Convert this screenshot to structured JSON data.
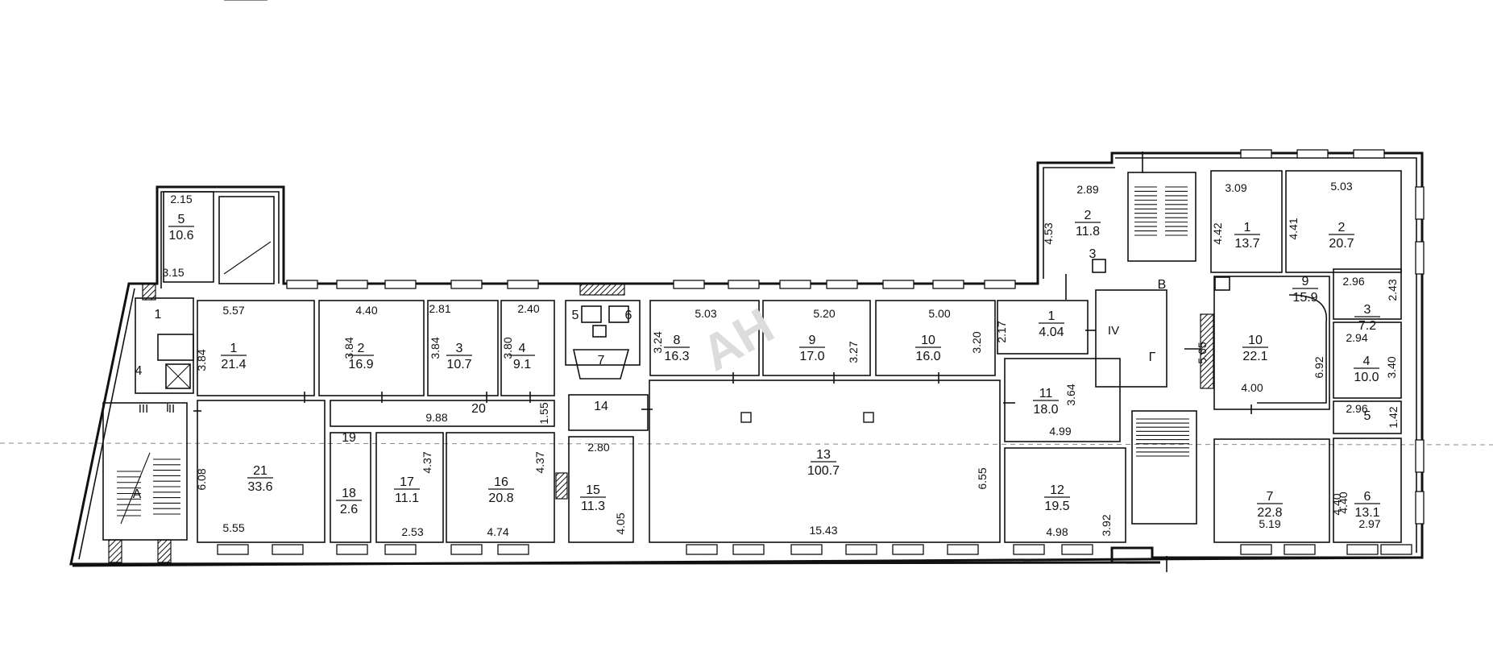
{
  "rooms": [
    {
      "id": "r-left-5",
      "number": "5",
      "area": "10.6",
      "dims": [
        "2.15",
        "3.15"
      ]
    },
    {
      "id": "r-left-1",
      "number": "1",
      "area": "21.4",
      "dims": [
        "5.57",
        "3.84"
      ]
    },
    {
      "id": "r-left-2",
      "number": "2",
      "area": "16.9",
      "dims": [
        "4.40",
        "3.84"
      ]
    },
    {
      "id": "r-left-3",
      "number": "3",
      "area": "10.7",
      "dims": [
        "2.81",
        "3.84"
      ]
    },
    {
      "id": "r-left-4",
      "number": "4",
      "area": "9.1",
      "dims": [
        "2.40",
        "3.80"
      ]
    },
    {
      "id": "r-left-8",
      "number": "8",
      "area": "16.3",
      "dims": [
        "5.03",
        "3.24"
      ]
    },
    {
      "id": "r-left-9",
      "number": "9",
      "area": "17.0",
      "dims": [
        "5.20",
        "3.27"
      ]
    },
    {
      "id": "r-left-10",
      "number": "10",
      "area": "16.0",
      "dims": [
        "5.00",
        "3.20"
      ]
    },
    {
      "id": "r-left-21",
      "number": "21",
      "area": "33.6",
      "dims": [
        "6.08",
        "5.55"
      ]
    },
    {
      "id": "r-left-18",
      "number": "18",
      "area": "2.6",
      "dims": []
    },
    {
      "id": "r-left-17",
      "number": "17",
      "area": "11.1",
      "dims": [
        "4.37",
        "2.53"
      ]
    },
    {
      "id": "r-left-16",
      "number": "16",
      "area": "20.8",
      "dims": [
        "4.37",
        "4.74"
      ]
    },
    {
      "id": "r-left-15",
      "number": "15",
      "area": "11.3",
      "dims": [
        "2.80",
        "4.05"
      ]
    },
    {
      "id": "r-left-13",
      "number": "13",
      "area": "100.7",
      "dims": [
        "15.43",
        "6.55"
      ]
    },
    {
      "id": "r-right-2a",
      "number": "2",
      "area": "11.8",
      "dims": [
        "2.89",
        "4.53"
      ]
    },
    {
      "id": "r-mid-1",
      "number": "1",
      "area": "4.04",
      "dims": [
        "2.17"
      ]
    },
    {
      "id": "r-mid-11",
      "number": "11",
      "area": "18.0",
      "dims": [
        "3.64",
        "4.99"
      ]
    },
    {
      "id": "r-mid-12",
      "number": "12",
      "area": "19.5",
      "dims": [
        "4.98",
        "3.92"
      ]
    },
    {
      "id": "r-right-1",
      "number": "1",
      "area": "13.7",
      "dims": [
        "3.09",
        "4.42"
      ]
    },
    {
      "id": "r-right-2",
      "number": "2",
      "area": "20.7",
      "dims": [
        "5.03",
        "4.41"
      ]
    },
    {
      "id": "r-right-9",
      "number": "9",
      "area": "15.9",
      "dims": []
    },
    {
      "id": "r-right-3",
      "number": "3",
      "area": "7.2",
      "dims": [
        "2.96",
        "2.43"
      ]
    },
    {
      "id": "r-right-10",
      "number": "10",
      "area": "22.1",
      "dims": [
        "5.65",
        "4.00",
        "6.92"
      ]
    },
    {
      "id": "r-right-4",
      "number": "4",
      "area": "10.0",
      "dims": [
        "2.94",
        "3.40"
      ]
    },
    {
      "id": "r-right-5",
      "number": "5",
      "area": "",
      "dims": [
        "2.96",
        "1.42"
      ]
    },
    {
      "id": "r-right-7",
      "number": "7",
      "area": "22.8",
      "dims": [
        "5.19",
        "4.40"
      ]
    },
    {
      "id": "r-right-6",
      "number": "6",
      "area": "13.1",
      "dims": [
        "4.40",
        "2.97"
      ]
    }
  ],
  "plain_labels": {
    "left_1": "1",
    "left_4": "4",
    "left_20": "20",
    "left_14": "14",
    "left_7": "7",
    "left_5": "5",
    "left_6": "6",
    "left_19": "19",
    "right_3": "3",
    "corridor_9_88": "9.88",
    "corridor_1_55": "1.55"
  },
  "stair_labels": {
    "A": "А",
    "B": "В",
    "G": "Г"
  },
  "roman": {
    "I": "I",
    "II": "II",
    "III": "III",
    "IV": "IV"
  },
  "watermark": "АН"
}
